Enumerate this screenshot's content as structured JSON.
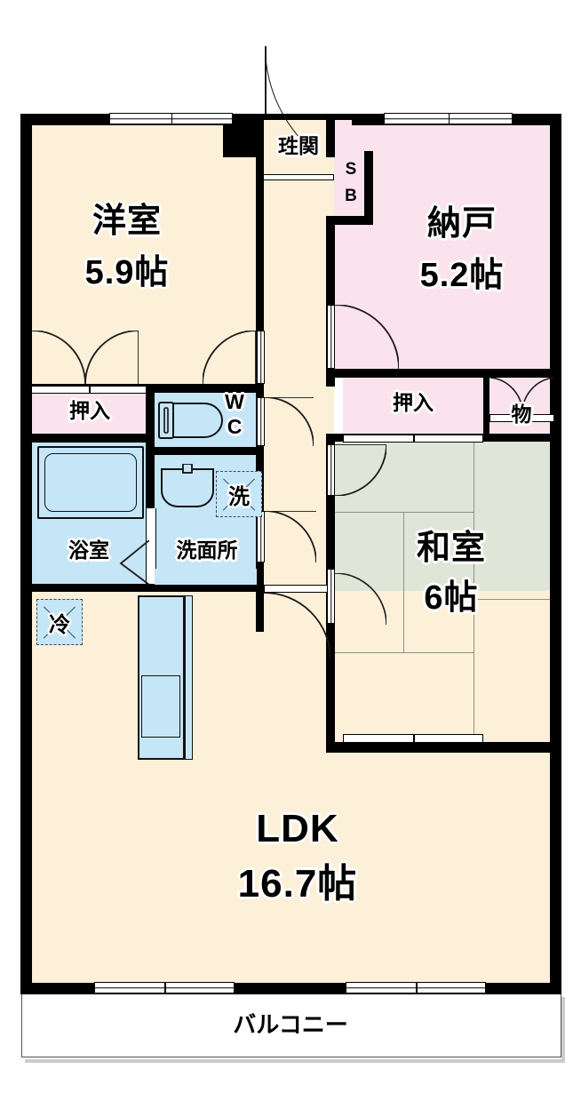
{
  "plan": {
    "type": "apartment-floor-plan",
    "layout_code": "3LDK",
    "unit": "帖",
    "rooms": [
      {
        "id": "western-room",
        "name": "洋室",
        "size": "5.9帖",
        "fill": "#fdf0d9",
        "floor": "flooring"
      },
      {
        "id": "storage-room",
        "name": "納戸",
        "size": "5.2帖",
        "fill": "#fbe3ee",
        "floor": "flooring"
      },
      {
        "id": "japanese-room",
        "name": "和室",
        "size": "6帖",
        "fill": "#dfe6d8",
        "floor": "tatami"
      },
      {
        "id": "ldk",
        "name": "LDK",
        "size": "16.7帖",
        "fill": "#fdf0d9",
        "floor": "flooring"
      }
    ],
    "spaces": [
      {
        "id": "entrance",
        "name": "珄関",
        "fill": "#fdf0d9"
      },
      {
        "id": "shoe-box",
        "name": "SB",
        "fill": "#fbe3ee"
      },
      {
        "id": "closet-1",
        "name": "押入",
        "fill": "#fbe3ee"
      },
      {
        "id": "closet-2",
        "name": "押入",
        "fill": "#fbe3ee"
      },
      {
        "id": "storage",
        "name": "物",
        "fill": "#fbe3ee"
      },
      {
        "id": "toilet",
        "name": "WC",
        "fill": "#c5e6f7"
      },
      {
        "id": "bath",
        "name": "浴室",
        "fill": "#c5e6f7"
      },
      {
        "id": "washroom",
        "name": "洗面所",
        "fill": "#c5e6f7"
      },
      {
        "id": "balcony",
        "name": "バルコニー",
        "fill": "#ffffff"
      }
    ],
    "appliances": [
      {
        "id": "washing-machine",
        "name": "洗",
        "full": "洗濯機置場"
      },
      {
        "id": "refrigerator",
        "name": "冷",
        "full": "冷蔵庫置場"
      }
    ],
    "labels": {
      "western_room_name": "洋室",
      "western_room_size": "5.9帖",
      "storage_room_name": "納戸",
      "storage_room_size": "5.2帖",
      "japanese_room_name": "和室",
      "japanese_room_size": "6帖",
      "ldk_name": "LDK",
      "ldk_size": "16.7帖",
      "entrance": "珄関",
      "shoe_box_line1": "S",
      "shoe_box_line2": "B",
      "closet_left": "押入",
      "closet_right": "押入",
      "storage_small": "物",
      "toilet_line1": "W",
      "toilet_line2": "C",
      "bath": "浴室",
      "washroom": "洗面所",
      "washer": "洗",
      "fridge": "冷",
      "balcony": "バルコニー"
    },
    "colors": {
      "wall": "#000000",
      "flooring": "#fdf0d9",
      "pink": "#fbe3ee",
      "tatami_green": "#dfe6d8",
      "water_blue": "#c5e6f7",
      "balcony_white": "#ffffff",
      "dashed_appliance": "#3b4a66",
      "background": "#ffffff"
    }
  }
}
